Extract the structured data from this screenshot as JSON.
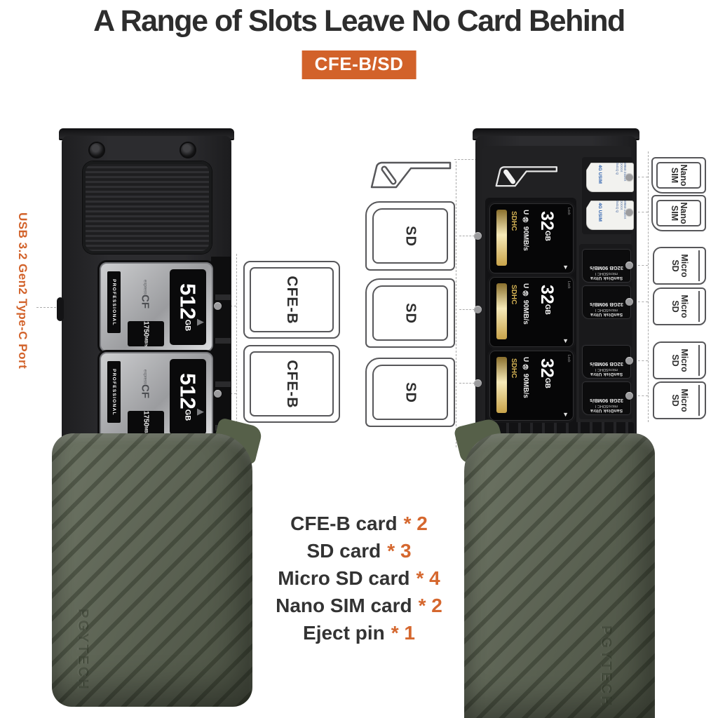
{
  "header": {
    "title": "A Range of Slots Leave No Card Behind",
    "badge": "CFE-B/SD"
  },
  "labels": {
    "port": "USB 3.2 Gen2 Type-C Port"
  },
  "left_device": {
    "cfe_cards": [
      {
        "side": "PROFESSIONAL",
        "logo": "CF",
        "logo_sub": "express",
        "capacity": "512",
        "capacity_unit": "GB",
        "speed": "1750",
        "speed_unit": "MB/s"
      },
      {
        "side": "PROFESSIONAL",
        "logo": "CF",
        "logo_sub": "express",
        "capacity": "512",
        "capacity_unit": "GB",
        "speed": "1750",
        "speed_unit": "MB/s"
      }
    ],
    "eject_arrow": "▶"
  },
  "right_device": {
    "sim_cards": [
      {
        "logo": "4G USIM",
        "serial": "B9860 218XX XXXXX X541Q Q"
      },
      {
        "logo": "4G USIM",
        "serial": "B9860 218XX XXXXX X541Q Q"
      }
    ],
    "sd_cards": [
      {
        "logo": "SDHC",
        "class": "U ⑩ 90MB/s",
        "capacity": "32",
        "capacity_unit": "GB",
        "lock": "Lock",
        "arrow": "▼"
      },
      {
        "logo": "SDHC",
        "class": "U ⑩ 90MB/s",
        "capacity": "32",
        "capacity_unit": "GB",
        "lock": "Lock",
        "arrow": "▼"
      },
      {
        "logo": "SDHC",
        "class": "U ⑩ 90MB/s",
        "capacity": "32",
        "capacity_unit": "GB",
        "lock": "Lock",
        "arrow": "▼"
      }
    ],
    "micro_cards": [
      {
        "brand": "SanDisk Ultra",
        "type": "microSDHC I",
        "spec": "32GB 90MB/s"
      },
      {
        "brand": "SanDisk Ultra",
        "type": "microSDHC I",
        "spec": "32GB 90MB/s"
      },
      {
        "brand": "SanDisk Ultra",
        "type": "microSDHC I",
        "spec": "32GB 90MB/s"
      },
      {
        "brand": "SanDisk Ultra",
        "type": "microSDHC I",
        "spec": "32GB 90MB/s"
      }
    ]
  },
  "outlines": {
    "cfe": [
      "CFE-B",
      "CFE-B"
    ],
    "sd": [
      "SD",
      "SD",
      "SD"
    ],
    "nano_sim": [
      [
        "Nano",
        "SIM"
      ],
      [
        "Nano",
        "SIM"
      ]
    ],
    "micro_sd": [
      [
        "Micro",
        "SD"
      ],
      [
        "Micro",
        "SD"
      ],
      [
        "Micro",
        "SD"
      ],
      [
        "Micro",
        "SD"
      ]
    ]
  },
  "legend": {
    "items": [
      {
        "label": "CFE-B card",
        "count": "* 2"
      },
      {
        "label": "SD card",
        "count": "* 3"
      },
      {
        "label": "Micro SD card",
        "count": "* 4"
      },
      {
        "label": "Nano SIM card",
        "count": "* 2"
      },
      {
        "label": "Eject pin",
        "count": "* 1"
      }
    ]
  },
  "brand": {
    "embossed": "PGYTECH"
  },
  "colors": {
    "accent_orange": "#D2622A",
    "title_gray": "#2D2D2D",
    "device_black": "#28282A",
    "sleeve_green": "#5D6553",
    "outline_stroke": "#57575A"
  }
}
